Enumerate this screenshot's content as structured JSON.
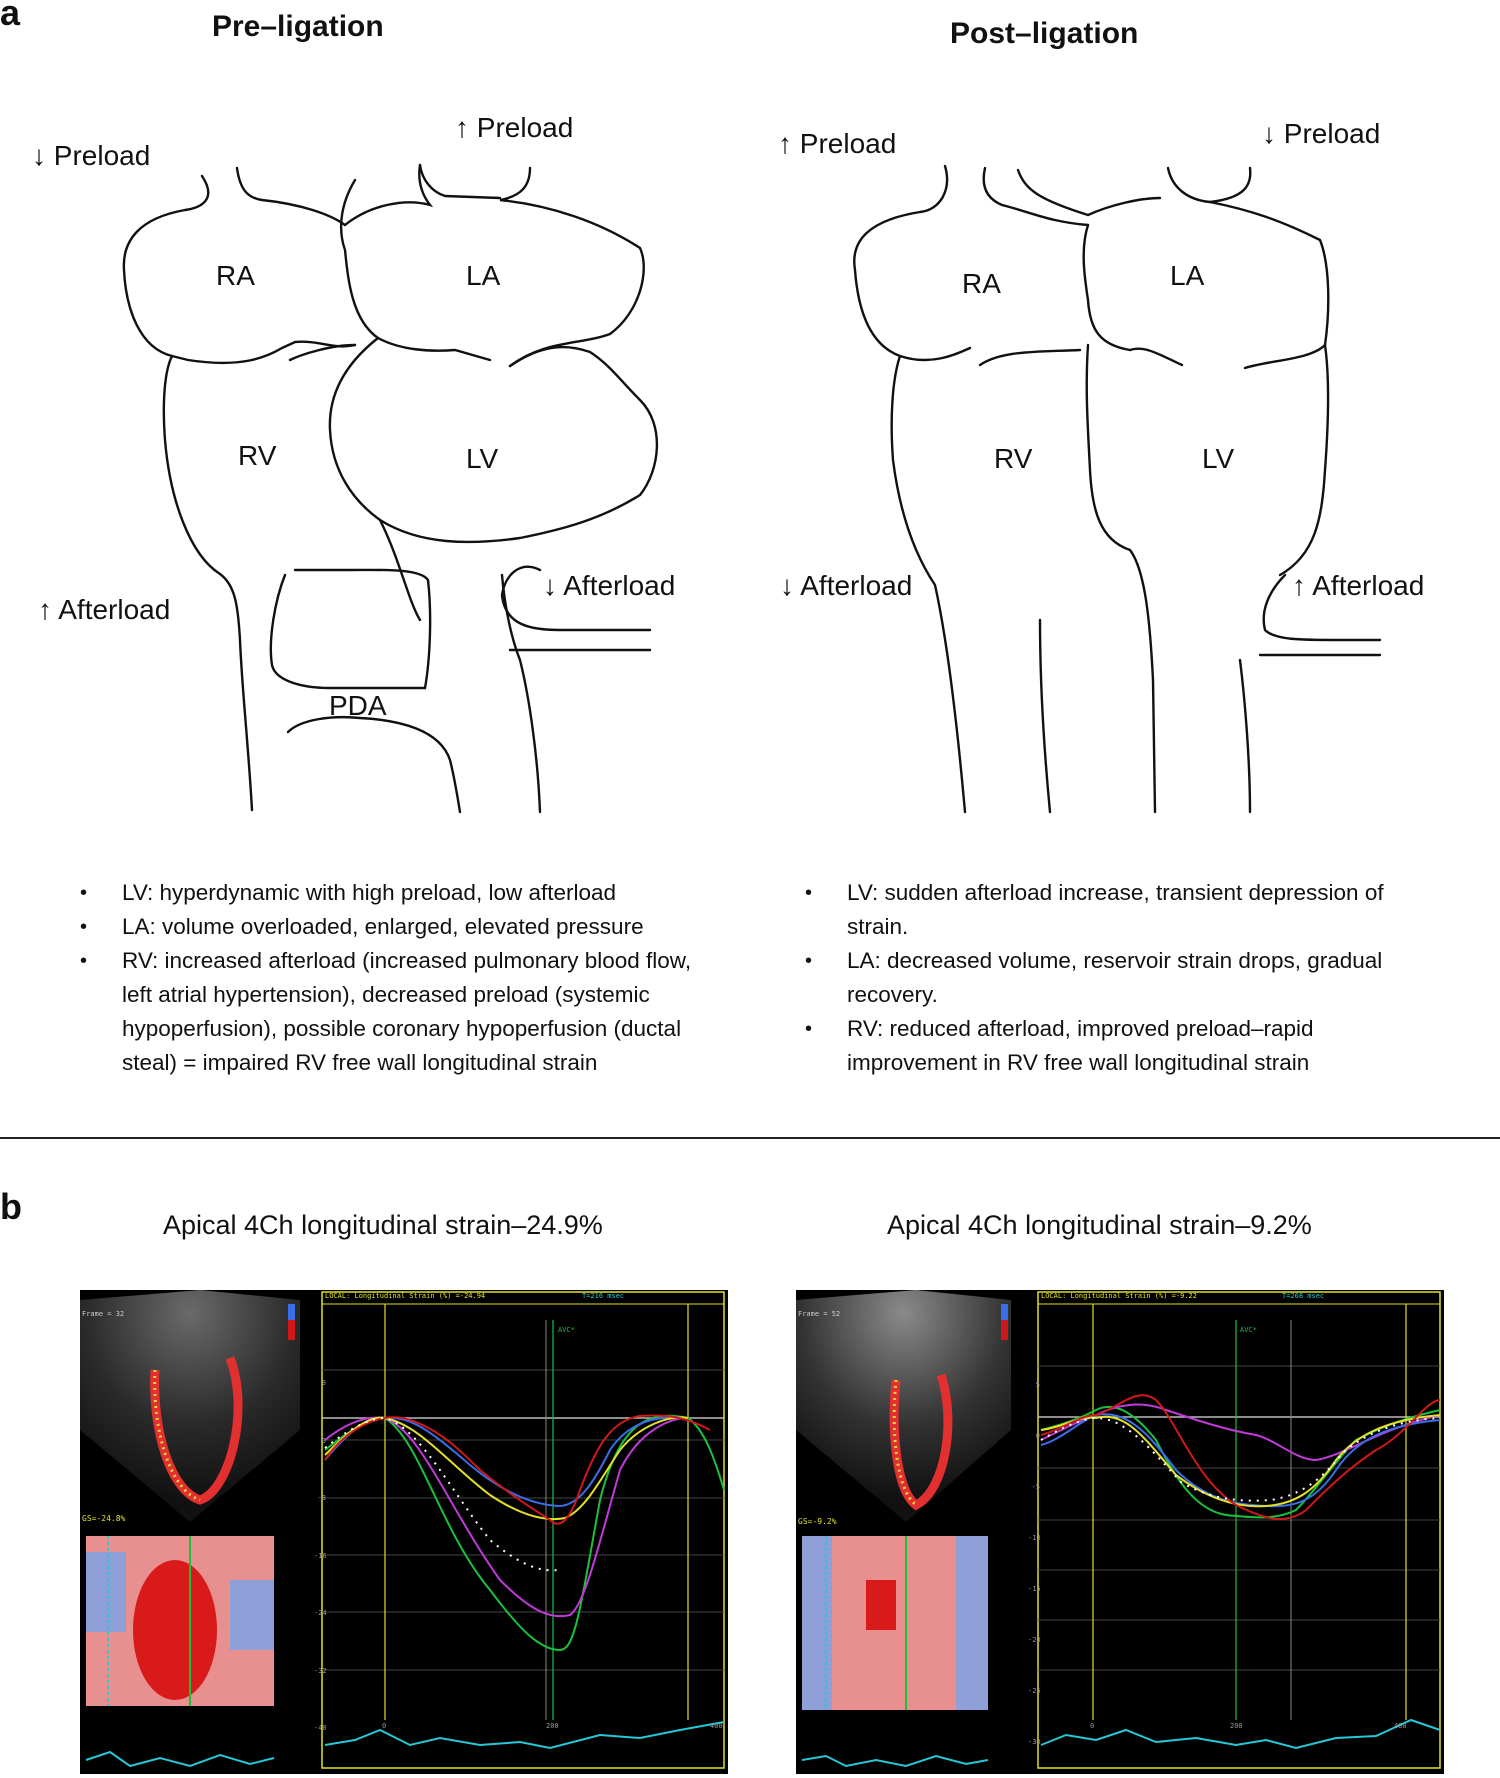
{
  "panel_a": {
    "letter": "a",
    "pre": {
      "heading": "Pre–ligation",
      "labels": {
        "preload_left": "↓ Preload",
        "preload_right": "↑ Preload",
        "afterload_left": "↑ Afterload",
        "afterload_right": "↓ Afterload",
        "ra": "RA",
        "la": "LA",
        "rv": "RV",
        "lv": "LV",
        "pda": "PDA"
      },
      "bullets": [
        "LV: hyperdynamic with high preload, low afterload",
        "LA: volume overloaded, enlarged, elevated pressure",
        "RV: increased afterload (increased pulmonary blood flow, left atrial hypertension), decreased preload (systemic hypoperfusion), possible coronary hypoperfusion (ductal steal) = impaired RV free wall longitudinal strain"
      ]
    },
    "post": {
      "heading": "Post–ligation",
      "labels": {
        "preload_left": "↑ Preload",
        "preload_right": "↓ Preload",
        "afterload_left": "↓ Afterload",
        "afterload_right": "↑ Afterload",
        "ra": "RA",
        "la": "LA",
        "rv": "RV",
        "lv": "LV"
      },
      "bullets": [
        "LV: sudden afterload increase, transient depression of strain.",
        "LA: decreased volume, reservoir strain drops, gradual recovery.",
        "RV: reduced afterload, improved preload–rapid improvement in RV free wall longitudinal strain"
      ]
    }
  },
  "panel_b": {
    "letter": "b",
    "left": {
      "title": "Apical 4Ch longitudinal strain–24.9%",
      "frame": "Frame = 32",
      "header_local": "LOCAL: Longitudinal Strain (%) =-24.94",
      "header_t": "T=216 msec",
      "avc": "AVC*",
      "gs": "GS=-24.8%",
      "y_ticks": [
        "8",
        "0",
        "-8",
        "-16",
        "-24",
        "-32",
        "-40"
      ],
      "x_ticks": [
        "0",
        "200",
        "400"
      ]
    },
    "right": {
      "title": "Apical 4Ch longitudinal strain–9.2%",
      "frame": "Frame = 52",
      "header_local": "LOCAL: Longitudinal Strain (%) =-9.22",
      "header_t": "T=268 msec",
      "avc": "AVC*",
      "gs": "GS=-9.2%",
      "y_ticks": [
        "5",
        "0",
        "-5",
        "-10",
        "-15",
        "-20",
        "-25",
        "-30"
      ],
      "x_ticks": [
        "0",
        "200",
        "400"
      ]
    },
    "colors": {
      "yellow": "#e3e02a",
      "green": "#19c23a",
      "cyan": "#27c7d6",
      "red": "#d01818",
      "magenta": "#c03ad8",
      "blue": "#3a6de8"
    }
  }
}
